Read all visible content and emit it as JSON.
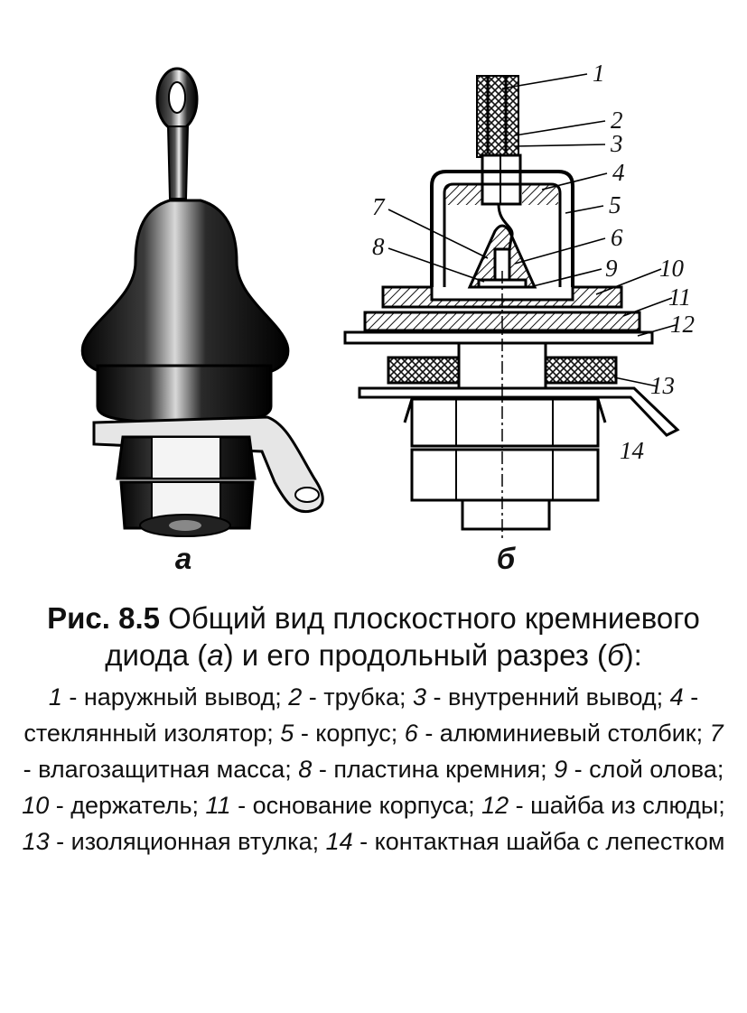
{
  "figure": {
    "left_label": "а",
    "right_label": "б",
    "callouts": [
      "1",
      "2",
      "3",
      "4",
      "5",
      "6",
      "7",
      "8",
      "9",
      "10",
      "11",
      "12",
      "13",
      "14"
    ]
  },
  "caption": {
    "number": "Рис. 8.5",
    "title_part1": "Общий вид плоскостного кремниевого диода (",
    "title_a": "а",
    "title_part2": ") и его продольный разрез (",
    "title_b": "б",
    "title_part3": "):"
  },
  "legend": [
    {
      "num": "1",
      "text": "наружный вывод"
    },
    {
      "num": "2",
      "text": "трубка"
    },
    {
      "num": "3",
      "text": "внутренний вывод"
    },
    {
      "num": "4",
      "text": "стеклянный изолятор"
    },
    {
      "num": "5",
      "text": "корпус"
    },
    {
      "num": "6",
      "text": "алюминиевый столбик"
    },
    {
      "num": "7",
      "text": "влагозащитная масса"
    },
    {
      "num": "8",
      "text": "пластина кремния"
    },
    {
      "num": "9",
      "text": "слой олова"
    },
    {
      "num": "10",
      "text": "держатель"
    },
    {
      "num": "11",
      "text": "основание корпуса"
    },
    {
      "num": "12",
      "text": "шайба из слюды"
    },
    {
      "num": "13",
      "text": "изоляционная втулка"
    },
    {
      "num": "14",
      "text": "контактная шайба с лепестком"
    }
  ]
}
